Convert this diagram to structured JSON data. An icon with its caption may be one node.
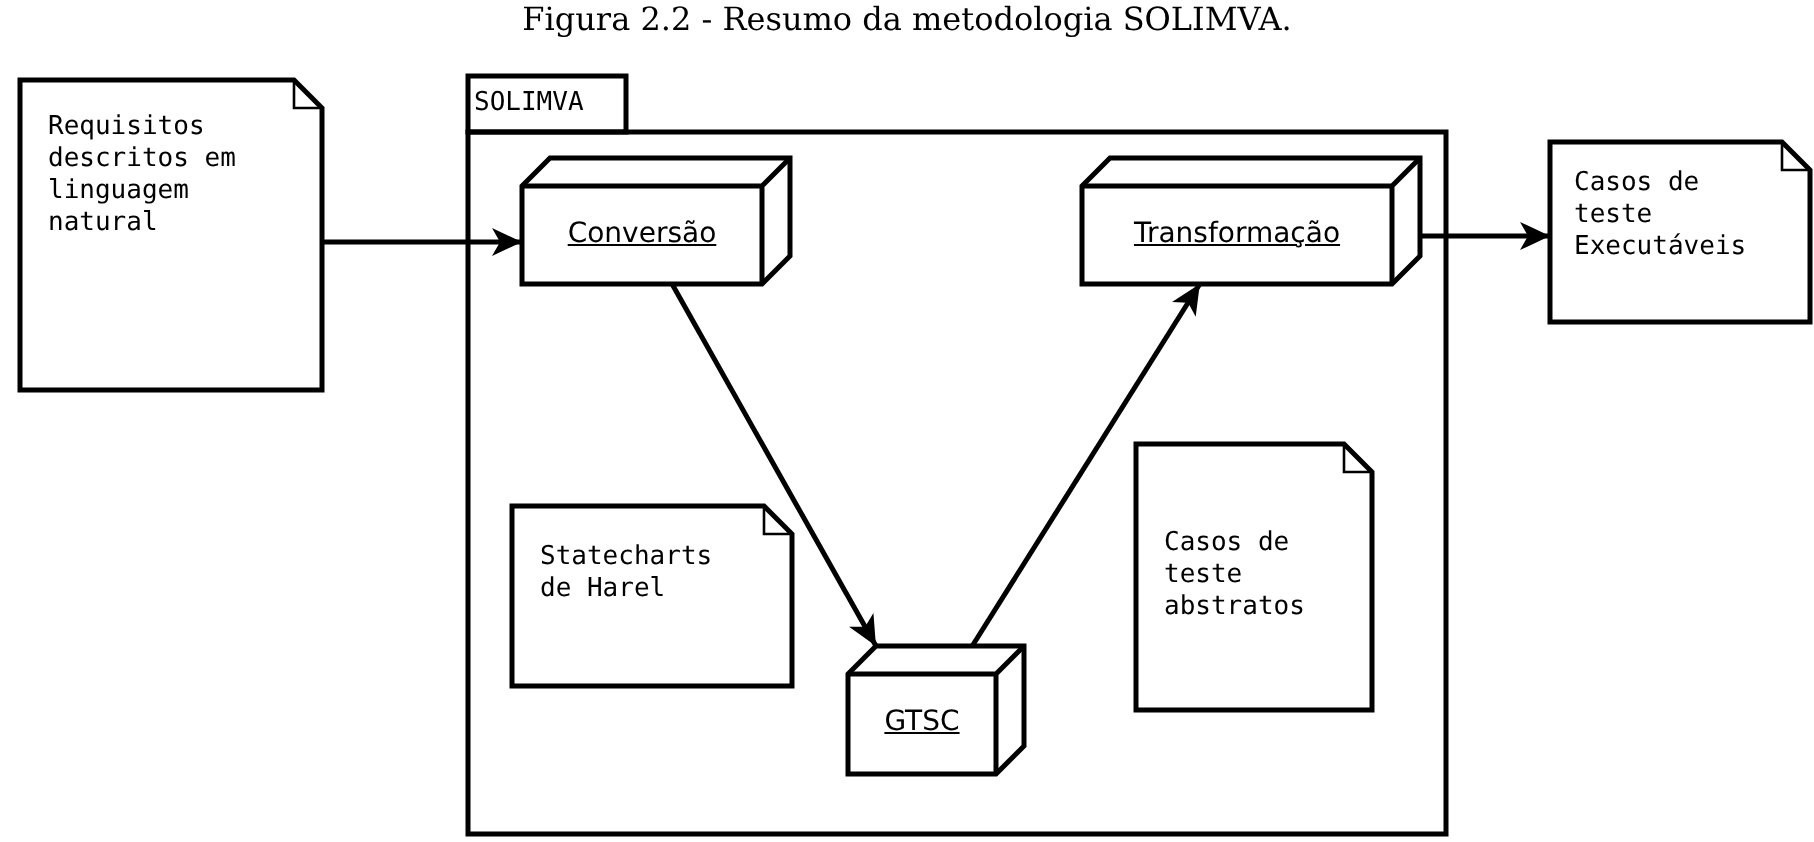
{
  "diagram": {
    "title": "Figura 2.2 - Resumo da metodologia SOLIMVA.",
    "nodes": [
      {
        "text": [
          "Requisitos descritos em linguagem natural"
        ]
      },
      {
        "text": [
          "SOLIMVA"
        ]
      },
      {
        "text": [
          "Conversão"
        ],
        "in": 1
      },
      {
        "text": [
          "Transformação"
        ],
        "in": 1
      },
      {
        "text": [
          "Statecharts de Harel"
        ],
        "in": 1
      },
      {
        "text": [
          "GTSC"
        ],
        "in": 1
      },
      {
        "text": [
          "Casos de teste abstratos"
        ],
        "in": 1
      },
      {
        "text": [
          "Casos de teste Executáveis"
        ]
      }
    ],
    "edges": [
      {
        "from": 0,
        "to": 2,
        "arrow": "to"
      },
      {
        "from": 2,
        "to": 5,
        "arrow": "to"
      },
      {
        "from": 5,
        "to": 3,
        "arrow": "to"
      },
      {
        "from": 3,
        "to": 7,
        "arrow": "to"
      }
    ]
  }
}
